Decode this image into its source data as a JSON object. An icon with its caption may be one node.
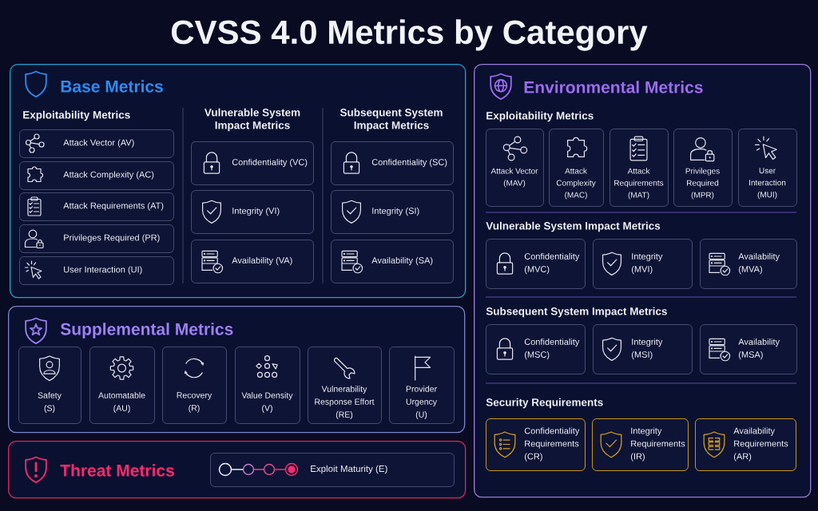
{
  "diagram": {
    "title": "CVSS 4.0 Metrics by Category",
    "nodes": [
      {
        "text": [
          "Base Metrics",
          "Exploitability Metrics",
          "Vulnerable System Impact Metrics",
          "Subsequent System Impact Metrics"
        ]
      },
      {
        "text": [
          "Attack Vector (AV)"
        ],
        "in": 0
      },
      {
        "text": [
          "Attack Complexity (AC)"
        ],
        "in": 0
      },
      {
        "text": [
          "Attack Requirements (AT)"
        ],
        "in": 0
      },
      {
        "text": [
          "Privileges Required (PR)"
        ],
        "in": 0
      },
      {
        "text": [
          "User Interaction (UI)"
        ],
        "in": 0
      },
      {
        "text": [
          "Confidentiality (VC)"
        ],
        "in": 0
      },
      {
        "text": [
          "Integrity (VI)"
        ],
        "in": 0
      },
      {
        "text": [
          "Availability (VA)"
        ],
        "in": 0
      },
      {
        "text": [
          "Confidentiality (SC)"
        ],
        "in": 0
      },
      {
        "text": [
          "Integrity (SI)"
        ],
        "in": 0
      },
      {
        "text": [
          "Availability (SA)"
        ],
        "in": 0
      },
      {
        "text": [
          "Supplemental Metrics"
        ]
      },
      {
        "text": [
          "Safety (S)"
        ],
        "in": 12
      },
      {
        "text": [
          "Automatable (AU)"
        ],
        "in": 12
      },
      {
        "text": [
          "Recovery (R)"
        ],
        "in": 12
      },
      {
        "text": [
          "Value Density (V)"
        ],
        "in": 12
      },
      {
        "text": [
          "Vulnerability Response Effort (RE)"
        ],
        "in": 12
      },
      {
        "text": [
          "Provider Urgency (U)"
        ],
        "in": 12
      },
      {
        "text": [
          "Threat Metrics"
        ]
      },
      {
        "text": [
          "Exploit Maturity (E)"
        ],
        "in": 19
      },
      {
        "text": [
          "Environmental Metrics",
          "Exploitability Metrics",
          "Vulnerable System Impact Metrics",
          "Subsequent System Impact Metrics",
          "Security Requirements"
        ]
      },
      {
        "text": [
          "Attack Vector (MAV)"
        ],
        "in": 21
      },
      {
        "text": [
          "Attack Complexity (MAC)"
        ],
        "in": 21
      },
      {
        "text": [
          "Attack Requirements (MAT)"
        ],
        "in": 21
      },
      {
        "text": [
          "Privileges Required (MPR)"
        ],
        "in": 21
      },
      {
        "text": [
          "User Interaction (MUI)"
        ],
        "in": 21
      },
      {
        "text": [
          "Confidentiality (MVC)"
        ],
        "in": 21
      },
      {
        "text": [
          "Integrity (MVI)"
        ],
        "in": 21
      },
      {
        "text": [
          "Availability (MVA)"
        ],
        "in": 21
      },
      {
        "text": [
          "Confidentiality (MSC)"
        ],
        "in": 21
      },
      {
        "text": [
          "Integrity (MSI)"
        ],
        "in": 21
      },
      {
        "text": [
          "Availability (MSA)"
        ],
        "in": 21
      },
      {
        "text": [
          "Confidentiality Requirements (CR)"
        ],
        "in": 21
      },
      {
        "text": [
          "Integrity Requirements (IR)"
        ],
        "in": 21
      },
      {
        "text": [
          "Availability Requirements (AR)"
        ],
        "in": 21
      }
    ]
  }
}
